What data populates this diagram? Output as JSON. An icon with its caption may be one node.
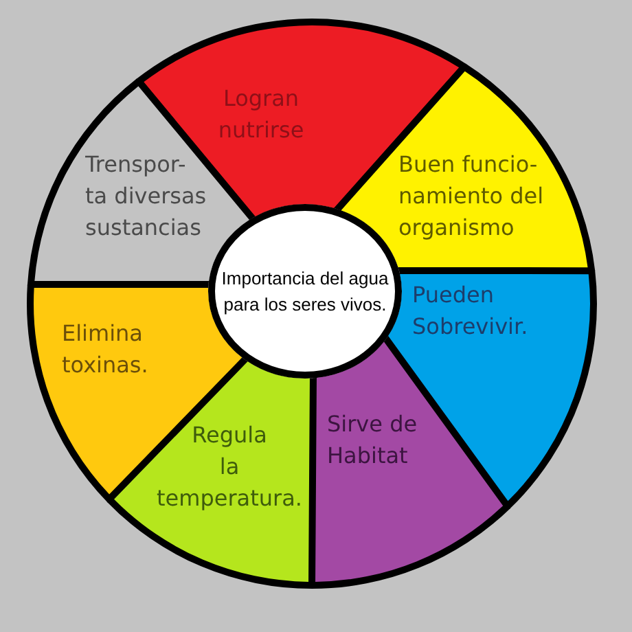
{
  "diagram": {
    "nodes": [
      {
        "text": [
          "Importancia del agua para los seres vivos."
        ]
      },
      {
        "text": [
          "Logran nutrirse"
        ]
      },
      {
        "text": [
          "Buen funcio- namiento del organismo"
        ]
      },
      {
        "text": [
          "Pueden Sobrevivir."
        ]
      },
      {
        "text": [
          "Sirve de Habitat"
        ]
      },
      {
        "text": [
          "Regula la temperatura."
        ]
      },
      {
        "text": [
          "Elimina toxinas."
        ]
      },
      {
        "text": [
          "Trenspor- ta diversas sustancias"
        ]
      }
    ]
  }
}
